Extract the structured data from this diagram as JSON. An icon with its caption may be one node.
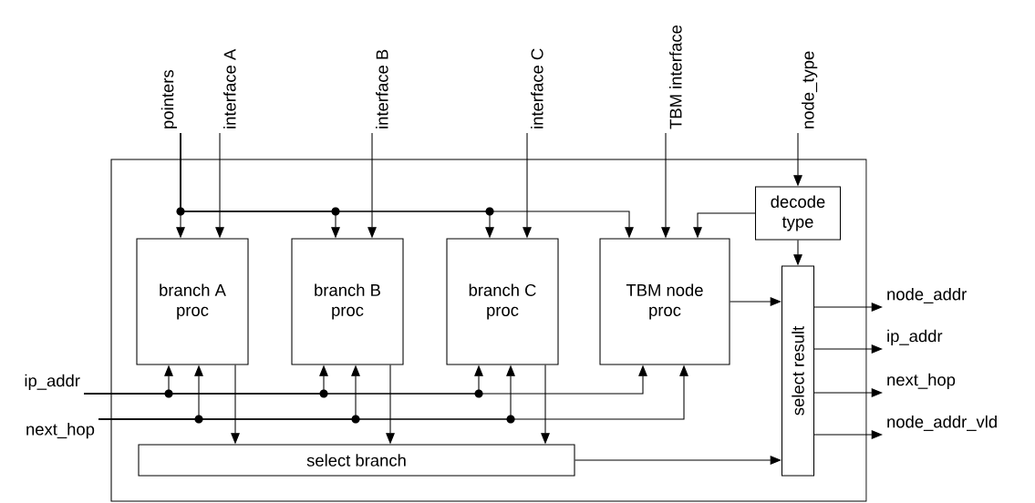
{
  "diagram": {
    "nodes": [
      {
        "text": [],
        "shape": "box"
      },
      {
        "text": [
          "branch A proc"
        ],
        "in": 0
      },
      {
        "text": [
          "branch B proc"
        ],
        "in": 0
      },
      {
        "text": [
          "branch C proc"
        ],
        "in": 0
      },
      {
        "text": [
          "TBM node proc"
        ],
        "in": 0
      },
      {
        "text": [
          "decode type"
        ],
        "in": 0
      },
      {
        "text": [
          "select result"
        ],
        "in": 0
      },
      {
        "text": [
          "select branch"
        ],
        "in": 0
      },
      {
        "text": [
          "pointers"
        ]
      },
      {
        "text": [
          "interface A"
        ]
      },
      {
        "text": [
          "interface B"
        ]
      },
      {
        "text": [
          "interface C"
        ]
      },
      {
        "text": [
          "TBM interface"
        ]
      },
      {
        "text": [
          "node_type"
        ]
      },
      {
        "text": [
          "ip_addr"
        ]
      },
      {
        "text": [
          "next_hop"
        ]
      },
      {
        "text": [
          "node_addr"
        ]
      },
      {
        "text": [
          "ip_addr"
        ]
      },
      {
        "text": [
          "next_hop"
        ]
      },
      {
        "text": [
          "node_addr_vld"
        ]
      }
    ],
    "edges": [
      {
        "from": 8,
        "to": 1,
        "arrow": "to"
      },
      {
        "from": 8,
        "to": 2,
        "arrow": "to"
      },
      {
        "from": 8,
        "to": 3,
        "arrow": "to"
      },
      {
        "from": 8,
        "to": 4,
        "arrow": "to"
      },
      {
        "from": 9,
        "to": 1,
        "arrow": "to"
      },
      {
        "from": 10,
        "to": 2,
        "arrow": "to"
      },
      {
        "from": 11,
        "to": 3,
        "arrow": "to"
      },
      {
        "from": 12,
        "to": 4,
        "arrow": "to"
      },
      {
        "from": 13,
        "to": 5,
        "arrow": "to"
      },
      {
        "from": 5,
        "to": 4,
        "arrow": "to"
      },
      {
        "from": 5,
        "to": 6,
        "arrow": "to"
      },
      {
        "from": 4,
        "to": 6,
        "arrow": "to"
      },
      {
        "from": 7,
        "to": 6,
        "arrow": "to"
      },
      {
        "from": 14,
        "to": 1,
        "arrow": "to"
      },
      {
        "from": 14,
        "to": 2,
        "arrow": "to"
      },
      {
        "from": 14,
        "to": 3,
        "arrow": "to"
      },
      {
        "from": 14,
        "to": 4,
        "arrow": "to"
      },
      {
        "from": 15,
        "to": 1,
        "arrow": "to"
      },
      {
        "from": 15,
        "to": 2,
        "arrow": "to"
      },
      {
        "from": 15,
        "to": 3,
        "arrow": "to"
      },
      {
        "from": 15,
        "to": 4,
        "arrow": "to"
      },
      {
        "from": 1,
        "to": 7,
        "arrow": "to"
      },
      {
        "from": 2,
        "to": 7,
        "arrow": "to"
      },
      {
        "from": 3,
        "to": 7,
        "arrow": "to"
      },
      {
        "from": 6,
        "to": 16,
        "arrow": "to"
      },
      {
        "from": 6,
        "to": 17,
        "arrow": "to"
      },
      {
        "from": 6,
        "to": 18,
        "arrow": "to"
      },
      {
        "from": 6,
        "to": 19,
        "arrow": "to"
      }
    ]
  }
}
